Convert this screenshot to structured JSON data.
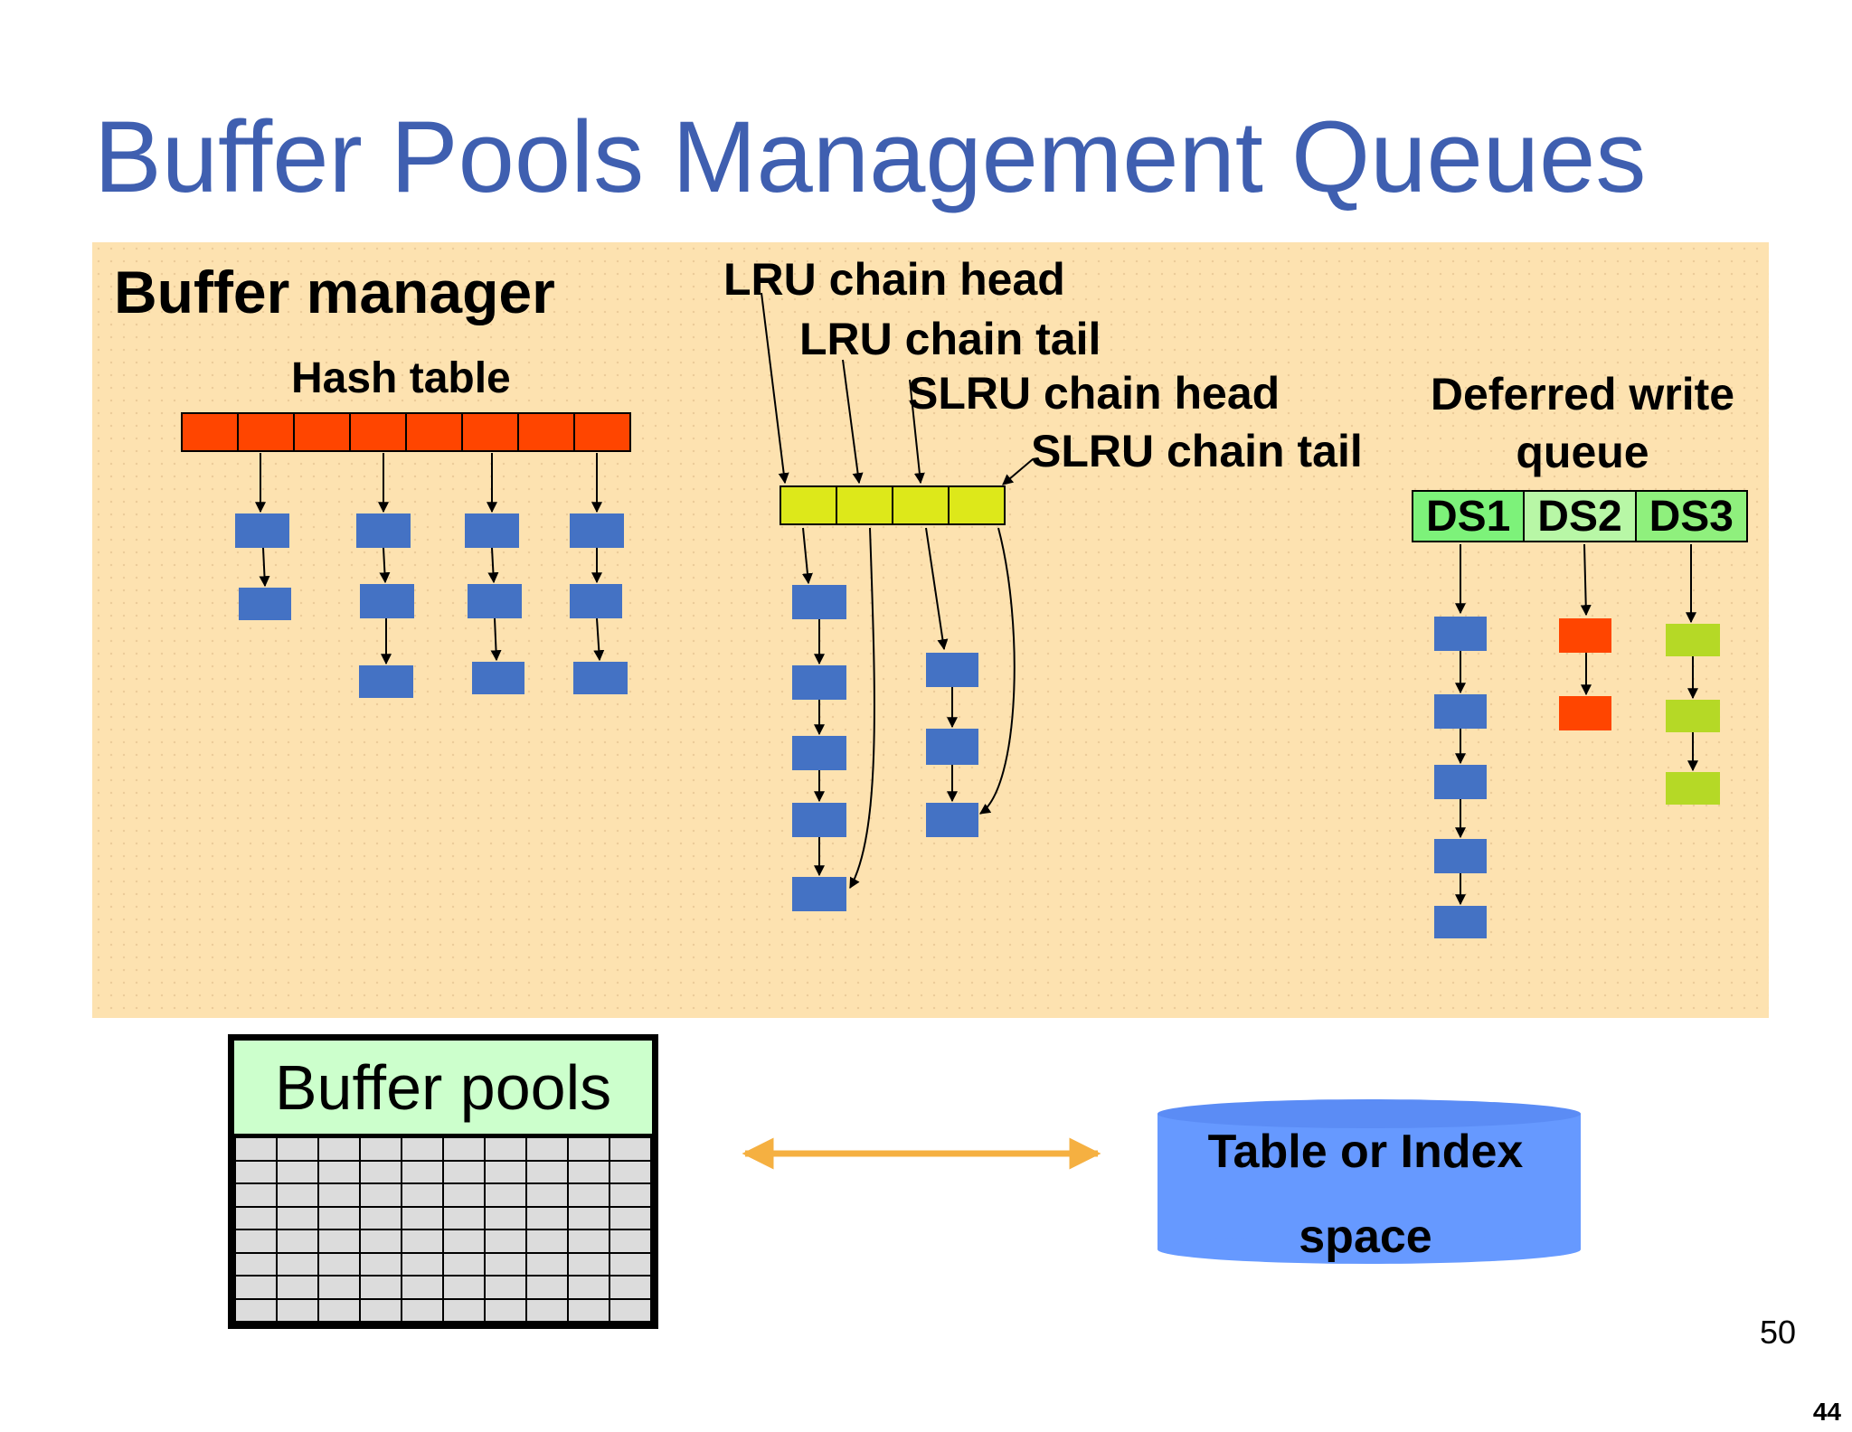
{
  "slide": {
    "title": "Buffer Pools Management Queues",
    "page_number": "44",
    "stray_number": "50"
  },
  "buffer_manager": {
    "title": "Buffer manager",
    "hash_table": {
      "label": "Hash table",
      "slots": 8,
      "chains": [
        2,
        3,
        3,
        3
      ]
    },
    "lru": {
      "labels": {
        "lru_head": "LRU chain head",
        "lru_tail": "LRU chain tail",
        "slru_head": "SLRU chain head",
        "slru_tail": "SLRU chain tail"
      },
      "slots": 4,
      "lru_chain_length": 5,
      "slru_chain_length": 3
    },
    "deferred_write": {
      "label": "Deferred write queue",
      "queues": [
        {
          "name": "DS1",
          "length": 5,
          "color": "#4472c4"
        },
        {
          "name": "DS2",
          "length": 2,
          "color": "#ff4500"
        },
        {
          "name": "DS3",
          "length": 3,
          "color": "#b5d926"
        }
      ]
    }
  },
  "buffer_pools": {
    "label": "Buffer pools"
  },
  "storage": {
    "line1": "Table or Index",
    "line2": "space"
  },
  "colors": {
    "title": "#3f5fb0",
    "panel": "#fde2b0",
    "hash_slot": "#ff4500",
    "lru_slot": "#dde81a",
    "node": "#4472c4",
    "arrow_orange": "#f5b041",
    "cylinder": "#6699ff"
  }
}
